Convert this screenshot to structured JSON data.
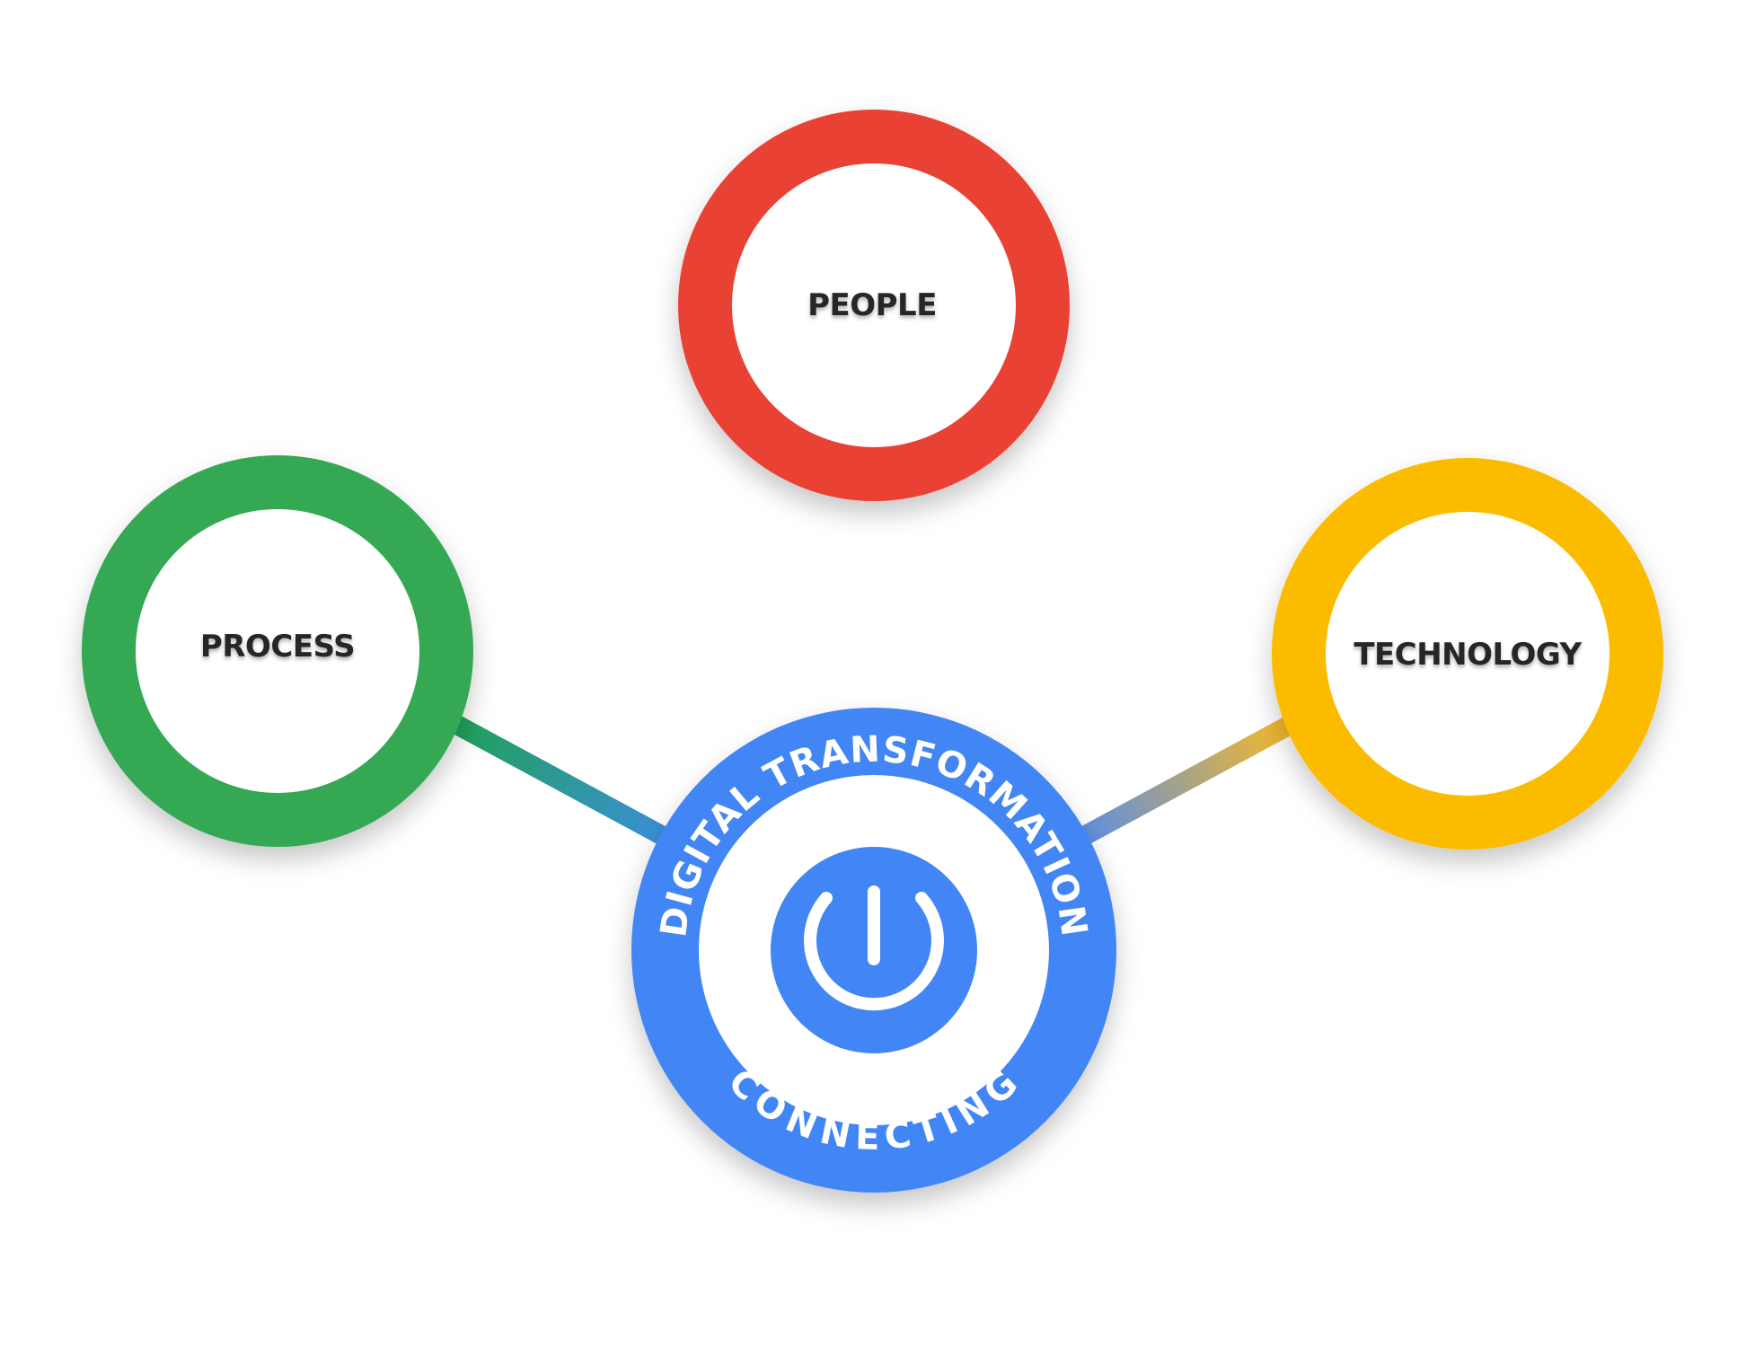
{
  "nodes": {
    "people": {
      "label": "PEOPLE",
      "color": "#E94335"
    },
    "process": {
      "label": "PROCESS",
      "color": "#34A853"
    },
    "technology": {
      "label": "TECHNOLOGY",
      "color": "#FBBC05"
    }
  },
  "hub": {
    "top_text": "DIGITAL TRANSFORMATION",
    "bottom_text": "CONNECTING",
    "color": "#4285F4",
    "icon": "power-icon"
  }
}
